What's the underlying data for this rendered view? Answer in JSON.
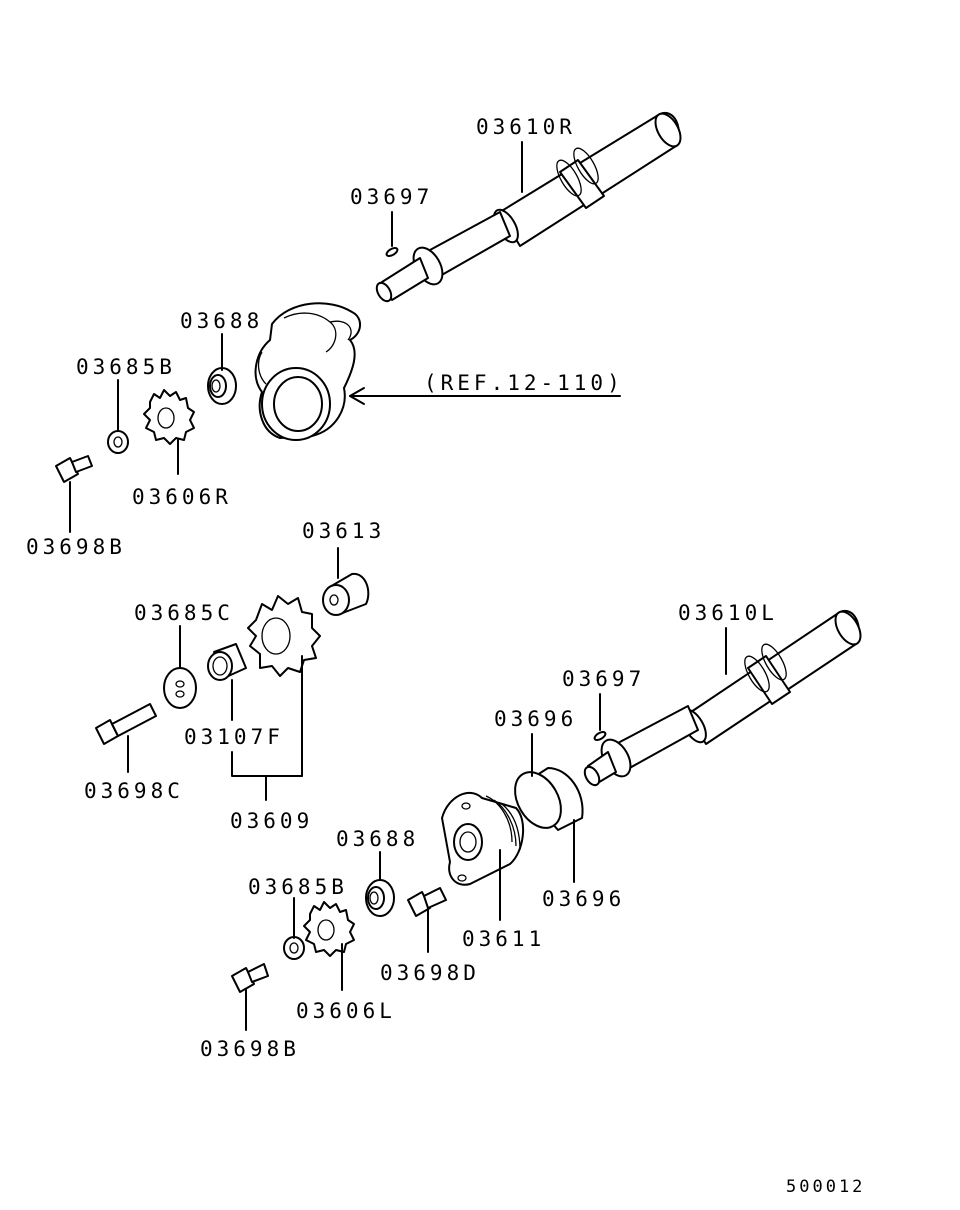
{
  "labels": {
    "p03610R": "03610R",
    "p03697_top": "03697",
    "p03688_top": "03688",
    "p03685B_top": "03685B",
    "p03606R": "03606R",
    "p03698B_top": "03698B",
    "ref": "(REF.12-110)",
    "p03613": "03613",
    "p03685C": "03685C",
    "p03698C": "03698C",
    "p03107F": "03107F",
    "p03609": "03609",
    "p03610L": "03610L",
    "p03697_bottom": "03697",
    "p03696_top": "03696",
    "p03696_bottom": "03696",
    "p03611": "03611",
    "p03688_bottom": "03688",
    "p03685B_bottom": "03685B",
    "p03698D": "03698D",
    "p03606L": "03606L",
    "p03698B_bottom": "03698B"
  },
  "figure_number": "500012"
}
